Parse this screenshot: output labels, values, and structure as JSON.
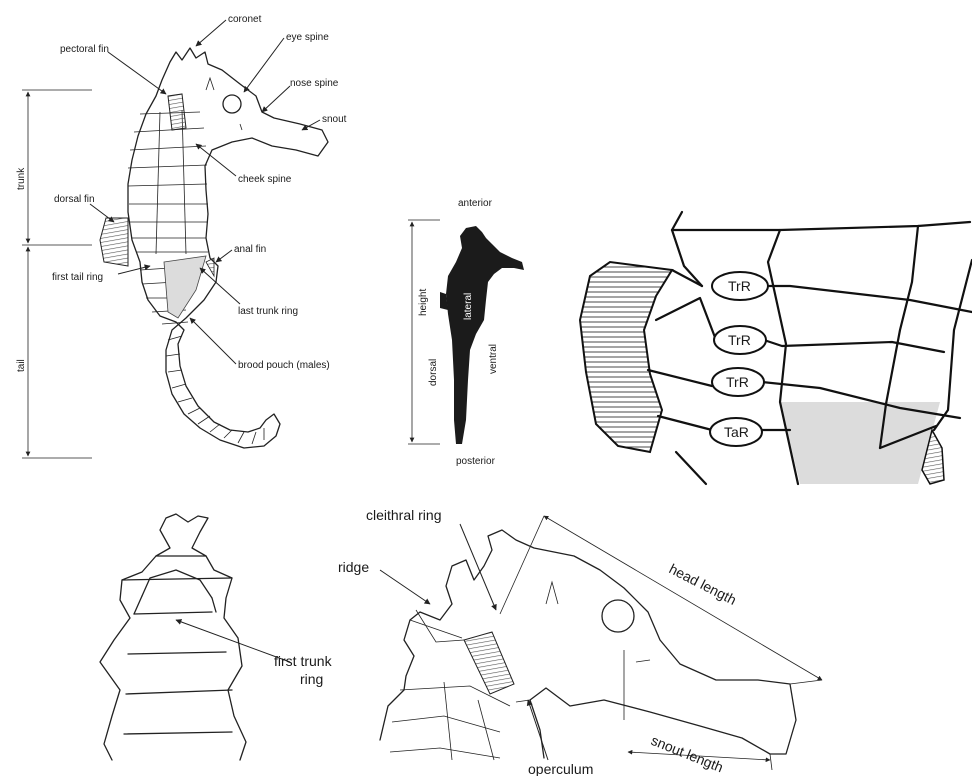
{
  "panel_a": {
    "labels": {
      "coronet": "coronet",
      "eye_spine": "eye spine",
      "pectoral_fin": "pectoral fin",
      "nose_spine": "nose spine",
      "snout": "snout",
      "cheek_spine": "cheek spine",
      "dorsal_fin": "dorsal fin",
      "anal_fin": "anal fin",
      "first_tail_ring": "first tail ring",
      "last_trunk_ring": "last trunk ring",
      "brood_pouch": "brood pouch (males)",
      "trunk": "trunk",
      "tail": "tail"
    }
  },
  "panel_b": {
    "labels": {
      "anterior": "anterior",
      "posterior": "posterior",
      "height": "height",
      "dorsal": "dorsal",
      "ventral": "ventral",
      "lateral": "lateral"
    }
  },
  "panel_c": {
    "labels": {
      "ring_1": "TrR",
      "ring_2": "TrR",
      "ring_3": "TrR",
      "ring_4": "TaR"
    }
  },
  "panel_d": {
    "labels": {
      "first_trunk_ring": "first trunk",
      "first_trunk_ring_2": "ring"
    }
  },
  "panel_e": {
    "labels": {
      "cleithral_ring": "cleithral ring",
      "ridge": "ridge",
      "head_length": "head length",
      "snout_length": "snout length",
      "operculum": "operculum"
    }
  },
  "colors": {
    "line": "#222222",
    "silhouette": "#1b1b1b",
    "pouch": "#dcdcdc",
    "fin_shade": "#888888"
  }
}
